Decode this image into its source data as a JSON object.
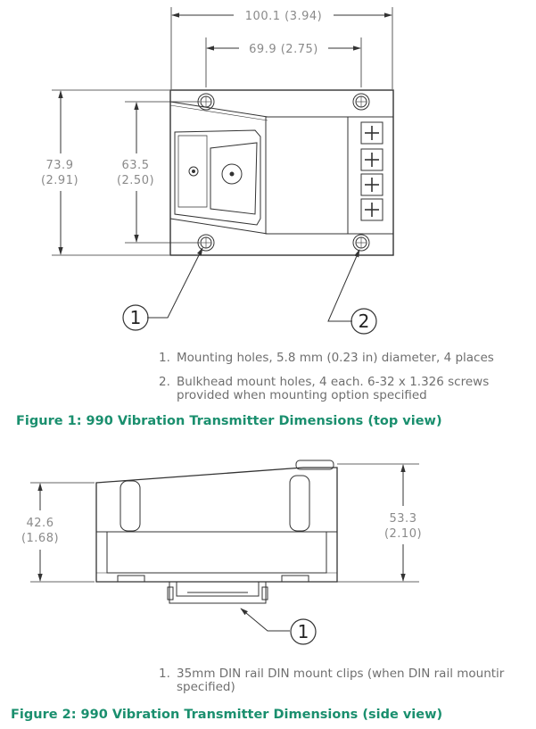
{
  "figure1": {
    "dims": {
      "overall_width": "100.1 (3.94)",
      "hole_spacing_width": "69.9 (2.75)",
      "overall_height_mm": "73.9",
      "overall_height_in": "(2.91)",
      "hole_spacing_height_mm": "63.5",
      "hole_spacing_height_in": "(2.50)"
    },
    "callouts": [
      "1",
      "2"
    ],
    "notes": [
      {
        "num": "1.",
        "lines": [
          "Mounting holes, 5.8 mm (0.23 in) diameter, 4 places"
        ]
      },
      {
        "num": "2.",
        "lines": [
          "Bulkhead mount holes, 4 each. 6-32 x 1.326 screws",
          "provided when mounting option specified"
        ]
      }
    ],
    "caption": "Figure 1:  990 Vibration Transmitter Dimensions (top view)"
  },
  "figure2": {
    "dims": {
      "height_left_mm": "42.6",
      "height_left_in": "(1.68)",
      "height_right_mm": "53.3",
      "height_right_in": "(2.10)"
    },
    "callouts": [
      "1"
    ],
    "notes": [
      {
        "num": "1.",
        "lines": [
          "35mm DIN rail DIN mount clips (when DIN rail mountir",
          "specified)"
        ]
      }
    ],
    "caption": "Figure 2:  990 Vibration Transmitter Dimensions (side view)"
  }
}
